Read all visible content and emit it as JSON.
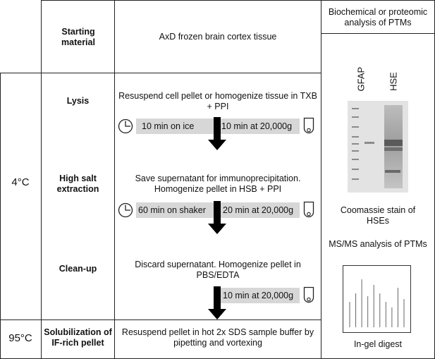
{
  "header": {
    "right_title": "Biochemical or proteomic analysis of PTMs",
    "starting_label": "Starting material",
    "starting_value": "AxD frozen brain cortex tissue"
  },
  "temperatures": {
    "cold": "4°C",
    "hot": "95°C"
  },
  "rows": [
    {
      "label": "Lysis",
      "description": "Resuspend cell pellet or homogenize tissue in TXB + PPI",
      "step_left": "10 min on ice",
      "step_right": "10 min at 20,000g"
    },
    {
      "label": "High salt extraction",
      "description": "Save supernatant for immunoprecipitation. Homogenize pellet in HSB + PPI",
      "step_left": "60 min on shaker",
      "step_right": "20 min at 20,000g"
    },
    {
      "label": "Clean-up",
      "description": "Discard supernatant. Homogenize pellet in PBS/EDTA",
      "step_right": "10 min at 20,000g"
    },
    {
      "label": "Solubilization of IF-rich pellet",
      "description": "Resuspend pellet in hot 2x SDS sample buffer by pipetting and vortexing"
    }
  ],
  "gel": {
    "lane_labels": [
      "GFAP",
      "HSE"
    ],
    "caption": "Coomassie stain of HSEs"
  },
  "ms": {
    "title": "MS/MS analysis of PTMs",
    "caption": "In-gel digest",
    "peaks": [
      0.45,
      0.6,
      0.85,
      0.55,
      0.75,
      0.6,
      0.45,
      0.35,
      0.7,
      0.5
    ]
  },
  "colors": {
    "line": "#222222",
    "step_fill": "#d7d7d7",
    "arrow": "#000000"
  }
}
